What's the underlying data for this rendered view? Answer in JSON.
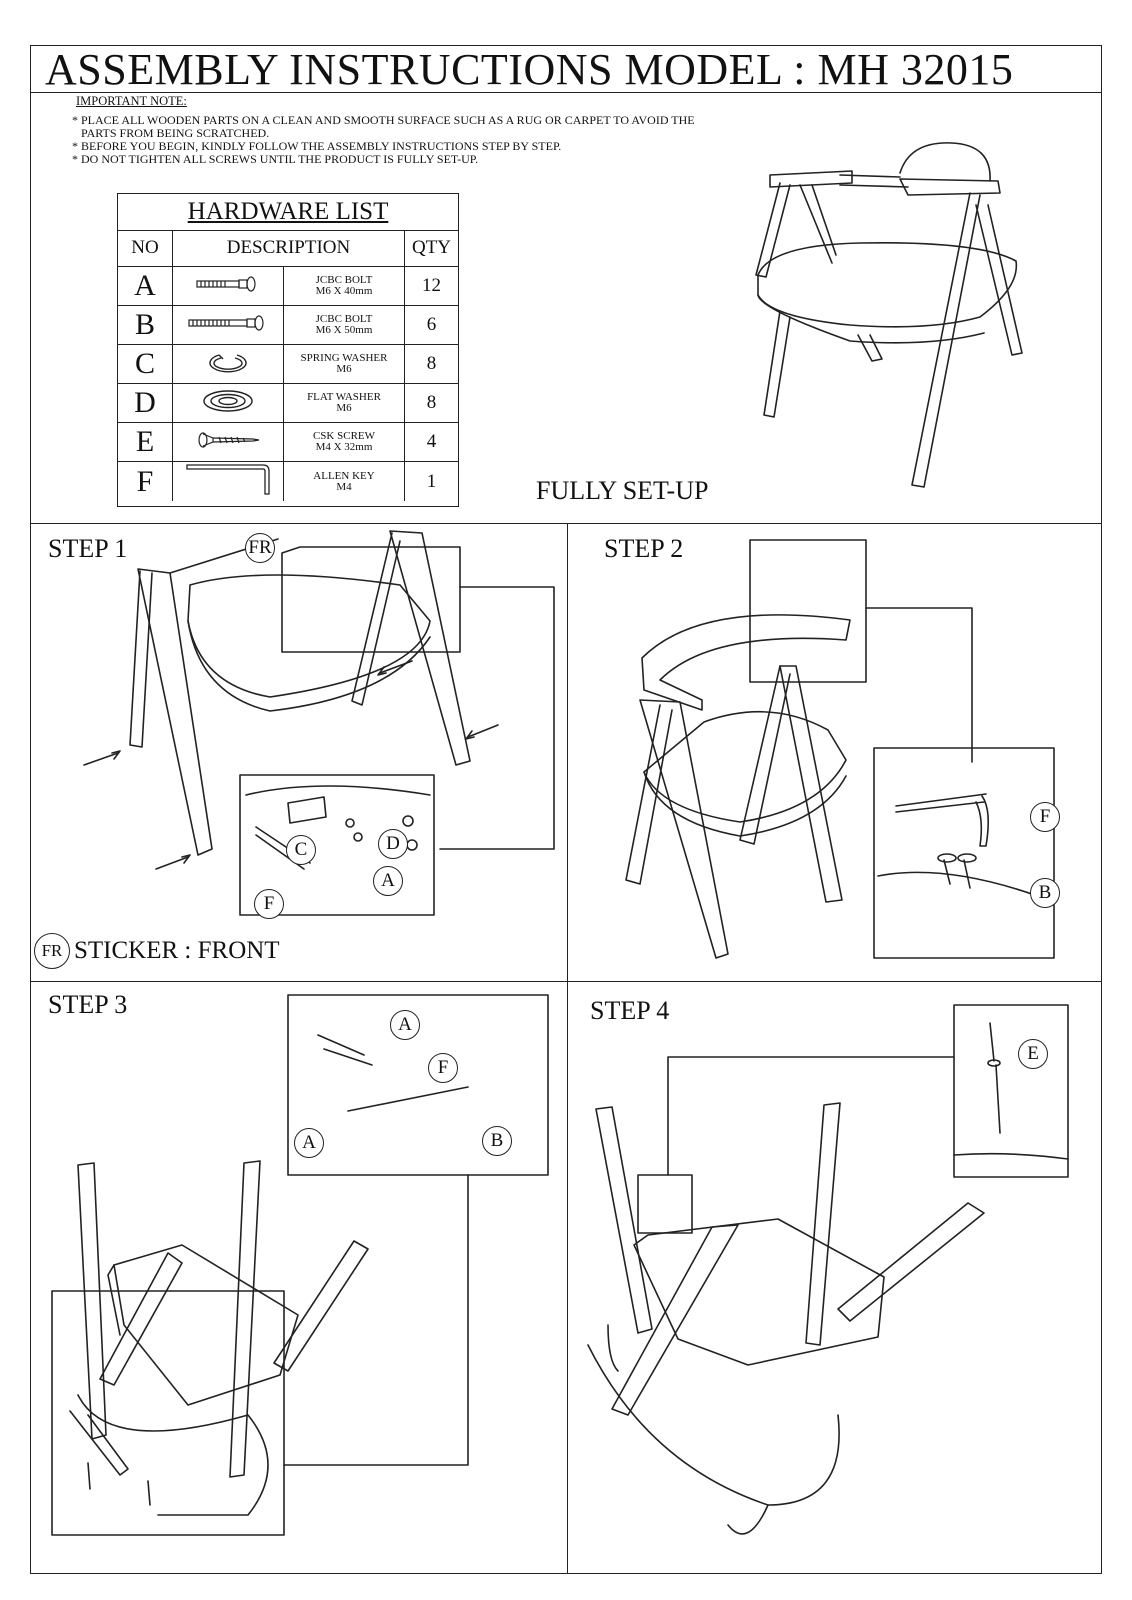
{
  "title": "ASSEMBLY INSTRUCTIONS MODEL : MH 32015",
  "important": {
    "heading": "IMPORTANT NOTE:",
    "notes": [
      "* PLACE ALL WOODEN PARTS ON A CLEAN AND SMOOTH SURFACE SUCH AS A RUG OR CARPET TO AVOID THE",
      "   PARTS FROM BEING SCRATCHED.",
      "* BEFORE YOU BEGIN, KINDLY FOLLOW THE ASSEMBLY INSTRUCTIONS STEP BY STEP.",
      "* DO NOT TIGHTEN ALL SCREWS UNTIL THE PRODUCT IS FULLY SET-UP."
    ]
  },
  "hardware": {
    "title": "HARDWARE LIST",
    "headers": {
      "no": "NO",
      "description": "DESCRIPTION",
      "qty": "QTY"
    },
    "items": [
      {
        "no": "A",
        "line1": "JCBC BOLT",
        "line2": "M6 X 40mm",
        "qty": "12",
        "icon": "bolt-short-icon"
      },
      {
        "no": "B",
        "line1": "JCBC BOLT",
        "line2": "M6 X 50mm",
        "qty": "6",
        "icon": "bolt-long-icon"
      },
      {
        "no": "C",
        "line1": "SPRING WASHER",
        "line2": "M6",
        "qty": "8",
        "icon": "spring-washer-icon"
      },
      {
        "no": "D",
        "line1": "FLAT WASHER",
        "line2": "M6",
        "qty": "8",
        "icon": "flat-washer-icon"
      },
      {
        "no": "E",
        "line1": "CSK SCREW",
        "line2": "M4 X 32mm",
        "qty": "4",
        "icon": "csk-screw-icon"
      },
      {
        "no": "F",
        "line1": "ALLEN KEY",
        "line2": "M4",
        "qty": "1",
        "icon": "allen-key-icon"
      }
    ]
  },
  "fully_setup": "FULLY SET-UP",
  "steps": [
    {
      "label": "STEP 1",
      "callouts": [
        "FR",
        "C",
        "D",
        "A",
        "F"
      ]
    },
    {
      "label": "STEP 2",
      "callouts": [
        "F",
        "B"
      ]
    },
    {
      "label": "STEP 3",
      "callouts": [
        "A",
        "F",
        "A",
        "B"
      ]
    },
    {
      "label": "STEP 4",
      "callouts": [
        "E"
      ]
    }
  ],
  "sticker": {
    "badge": "FR",
    "text": "STICKER : FRONT"
  }
}
